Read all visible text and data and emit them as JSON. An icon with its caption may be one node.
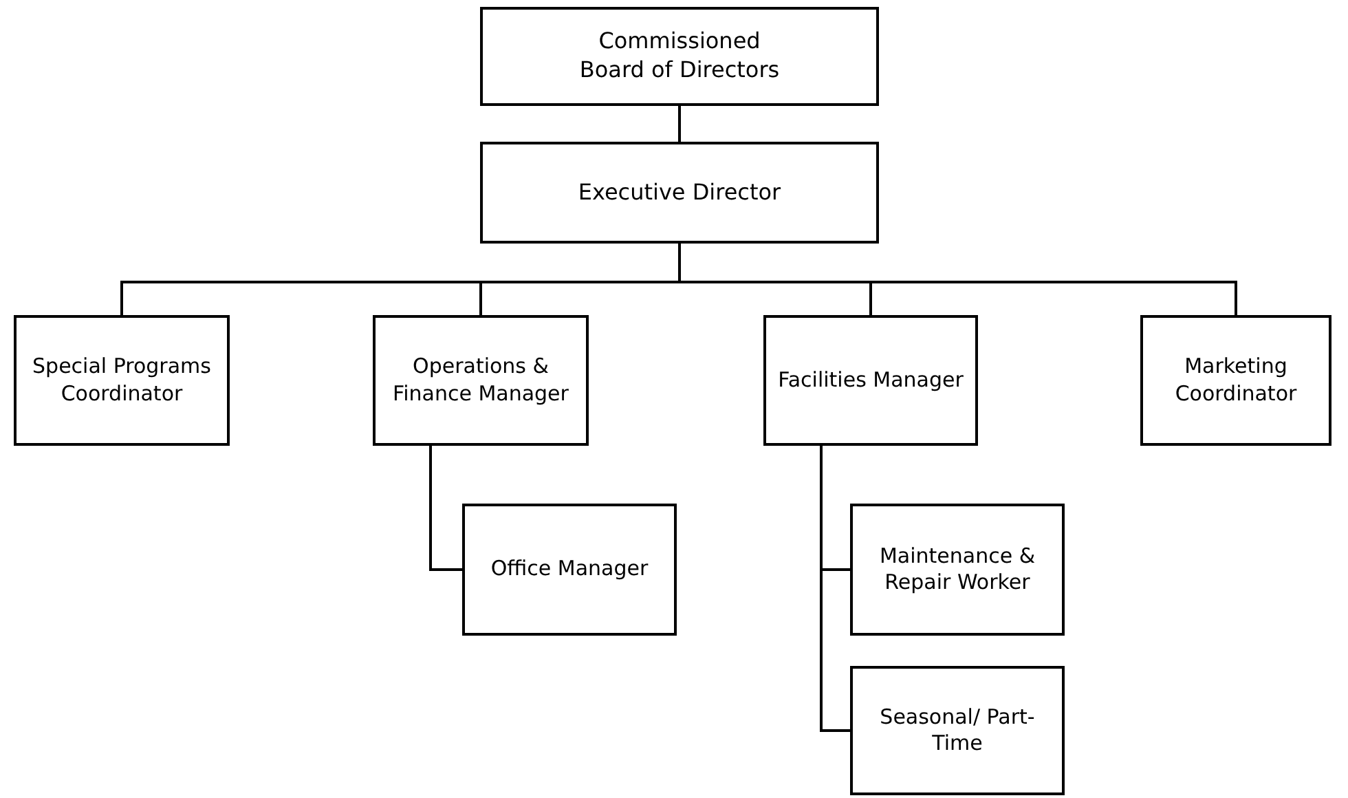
{
  "diagram": {
    "nodes": [
      {
        "text": [
          "Commissioned Board of Directors"
        ]
      },
      {
        "text": [
          "Executive Director"
        ]
      },
      {
        "text": [
          "Special Programs Coordinator"
        ]
      },
      {
        "text": [
          "Operations & Finance Manager"
        ]
      },
      {
        "text": [
          "Facilities Manager"
        ]
      },
      {
        "text": [
          "Marketing Coordinator"
        ]
      },
      {
        "text": [
          "Office Manager"
        ]
      },
      {
        "text": [
          "Maintenance & Repair Worker"
        ]
      },
      {
        "text": [
          "Seasonal/ Part-Time"
        ]
      }
    ],
    "edges": [
      {
        "from": 0,
        "to": 1,
        "arrow": "none"
      },
      {
        "from": 1,
        "to": 2,
        "arrow": "none"
      },
      {
        "from": 1,
        "to": 3,
        "arrow": "none"
      },
      {
        "from": 1,
        "to": 4,
        "arrow": "none"
      },
      {
        "from": 1,
        "to": 5,
        "arrow": "none"
      },
      {
        "from": 3,
        "to": 6,
        "arrow": "none"
      },
      {
        "from": 4,
        "to": 7,
        "arrow": "none"
      },
      {
        "from": 4,
        "to": 8,
        "arrow": "none"
      }
    ]
  }
}
